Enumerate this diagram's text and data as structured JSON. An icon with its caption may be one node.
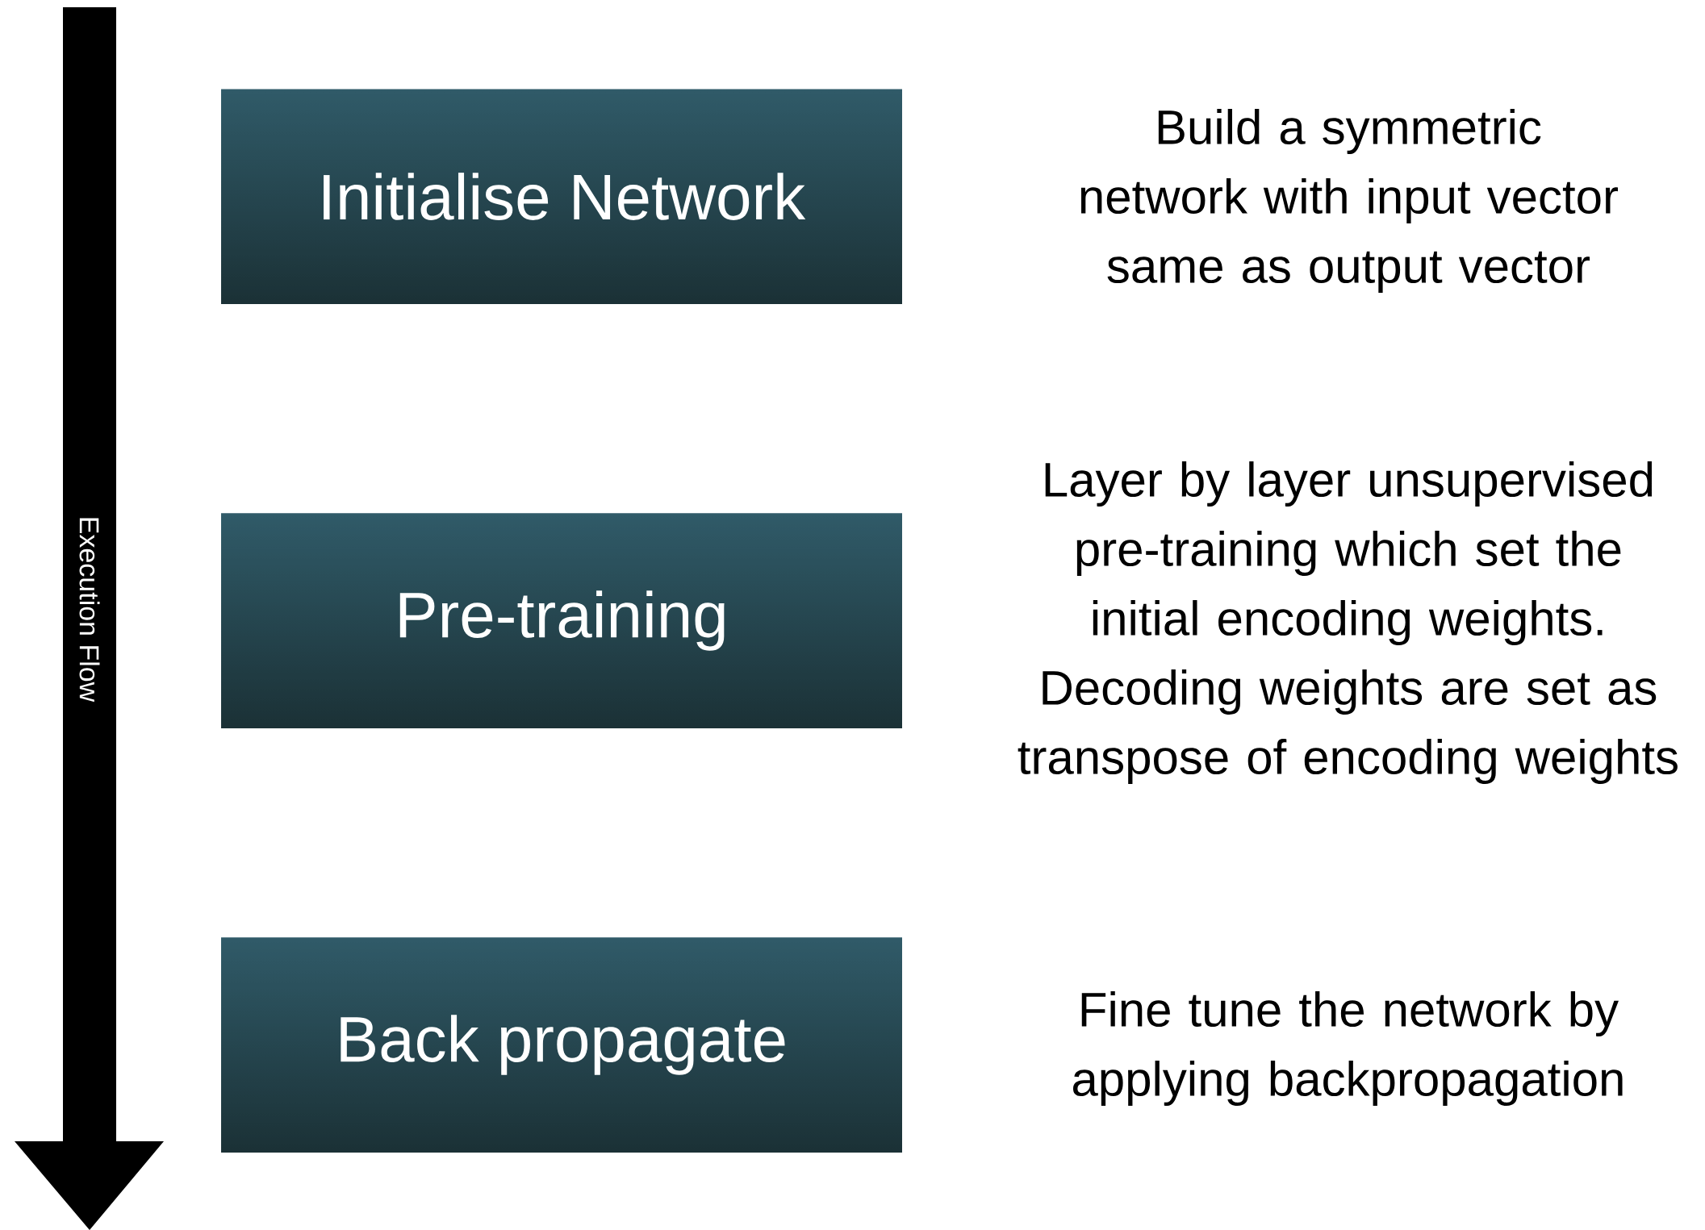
{
  "diagram": {
    "nodes": [
      {
        "text": [
          "Initialise Network"
        ]
      },
      {
        "text": [
          "Pre-training"
        ]
      },
      {
        "text": [
          "Back propagate"
        ]
      }
    ],
    "labels": [
      "Build a symmetric network with input vector same as output vector",
      "Layer by layer unsupervised pre-training which set the initial encoding weights. Decoding weights are set as transpose of encoding weights",
      "Execution Flow",
      "Fine tune the network by applying backpropagation"
    ]
  }
}
